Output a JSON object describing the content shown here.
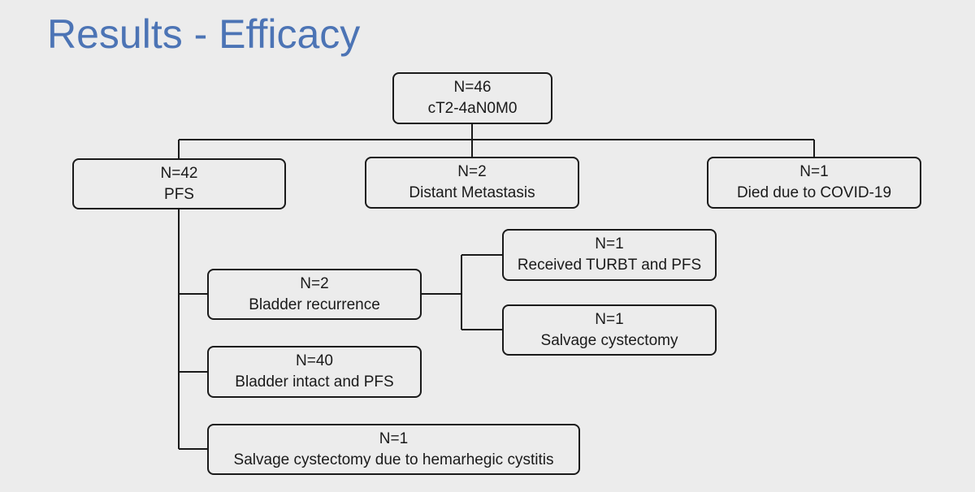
{
  "slide": {
    "title": "Results - Efficacy"
  },
  "nodes": {
    "root": {
      "n": "N=46",
      "label": "cT2-4aN0M0"
    },
    "pfs": {
      "n": "N=42",
      "label": "PFS"
    },
    "metastasis": {
      "n": "N=2",
      "label": "Distant Metastasis"
    },
    "covid": {
      "n": "N=1",
      "label": "Died due to COVID-19"
    },
    "bladder_recurrence": {
      "n": "N=2",
      "label": "Bladder recurrence"
    },
    "turbt": {
      "n": "N=1",
      "label": "Received TURBT and PFS"
    },
    "salvage": {
      "n": "N=1",
      "label": "Salvage cystectomy"
    },
    "intact": {
      "n": "N=40",
      "label": "Bladder intact and PFS"
    },
    "hemarhegic": {
      "n": "N=1",
      "label": "Salvage cystectomy due to hemarhegic cystitis"
    }
  },
  "colors": {
    "title": "#4c74b5",
    "line": "#1a1a1a",
    "background": "#ececec"
  }
}
